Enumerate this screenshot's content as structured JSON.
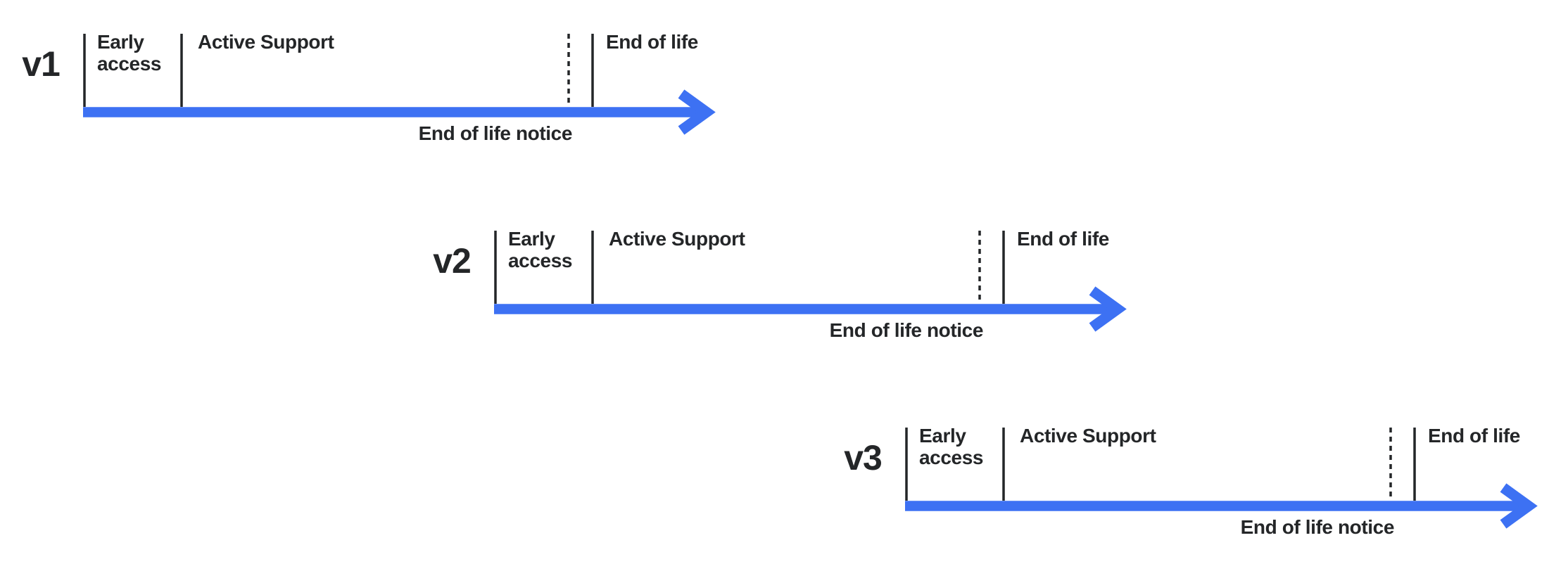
{
  "diagram": {
    "colors": {
      "background": "#ffffff",
      "line": "#242628",
      "text": "#242628",
      "arrow": "#3d71f3"
    },
    "versions": [
      {
        "label": "v1",
        "phases": {
          "early_access": "Early access",
          "active_support": "Active Support",
          "end_of_life": "End of life"
        },
        "notice": "End of life notice"
      },
      {
        "label": "v2",
        "phases": {
          "early_access": "Early access",
          "active_support": "Active Support",
          "end_of_life": "End of life"
        },
        "notice": "End of life notice"
      },
      {
        "label": "v3",
        "phases": {
          "early_access": "Early access",
          "active_support": "Active Support",
          "end_of_life": "End of life"
        },
        "notice": "End of life notice"
      }
    ]
  }
}
